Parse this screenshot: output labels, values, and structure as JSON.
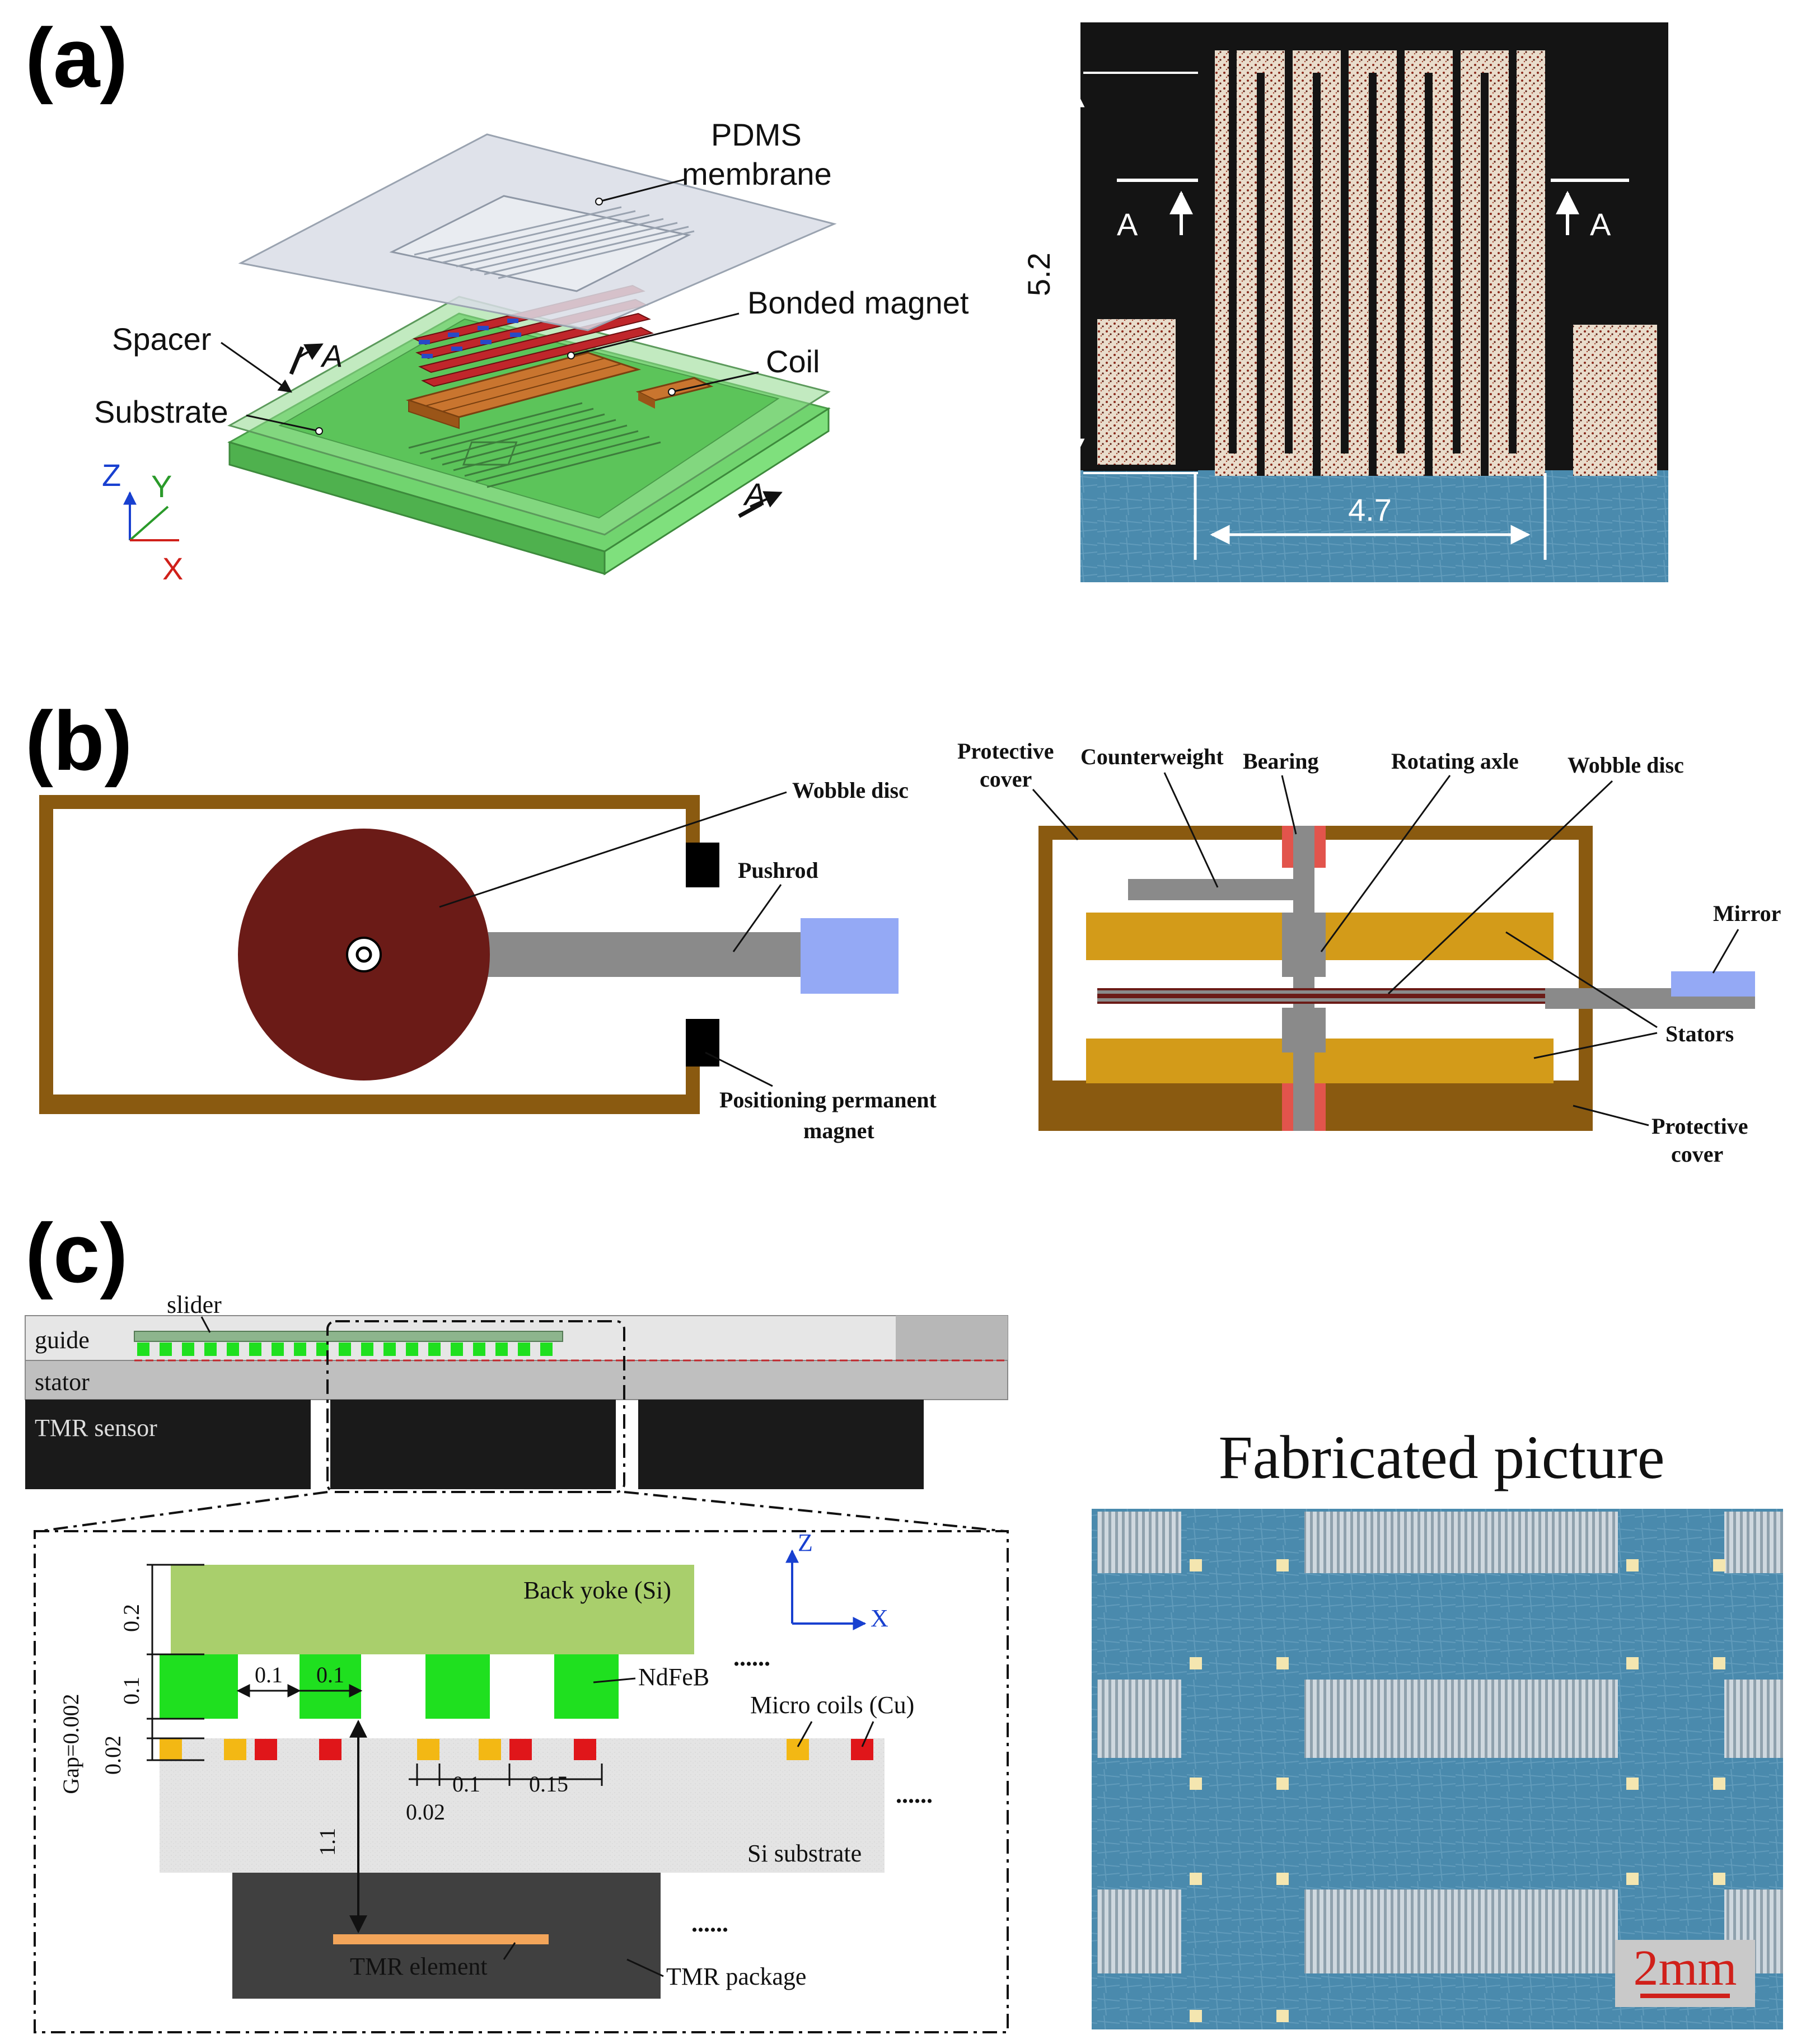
{
  "panels": {
    "a": {
      "label": "(a)",
      "exploded": {
        "pdms": "PDMS",
        "membrane": "membrane",
        "bonded_magnet": "Bonded magnet",
        "coil": "Coil",
        "spacer": "Spacer",
        "substrate": "Substrate",
        "section_a1": "A",
        "section_a2": "A",
        "axis_z": "Z",
        "axis_y": "Y",
        "axis_x": "X"
      },
      "photo": {
        "section_left": "A",
        "section_right": "A",
        "height_dim": "5.2",
        "width_dim": "4.7"
      }
    },
    "b": {
      "label": "(b)",
      "top_view": {
        "wobble_disc": "Wobble disc",
        "pushrod": "Pushrod",
        "positioning_line1": "Positioning permanent",
        "positioning_line2": "magnet"
      },
      "side_view": {
        "protective_cover_top_1": "Protective",
        "protective_cover_top_2": "cover",
        "counterweight": "Counterweight",
        "bearing": "Bearing",
        "rotating_axle": "Rotating axle",
        "wobble_disc": "Wobble disc",
        "mirror": "Mirror",
        "stators": "Stators",
        "protective_cover_bottom_1": "Protective",
        "protective_cover_bottom_2": "cover"
      }
    },
    "c": {
      "label": "(c)",
      "overview": {
        "slider": "slider",
        "guide": "guide",
        "stator": "stator",
        "tmr_sensor": "TMR sensor"
      },
      "detail": {
        "back_yoke": "Back yoke (Si)",
        "ndfeb": "NdFeB",
        "micro_coils": "Micro coils (Cu)",
        "si_substrate": "Si substrate",
        "tmr_element": "TMR element",
        "tmr_package": "TMR package",
        "axis_z": "Z",
        "axis_x": "X",
        "dim_0_2": "0.2",
        "dim_0_1_v": "0.1",
        "dim_gap": "Gap=0.002",
        "dim_0_02_v": "0.02",
        "dim_0_1_a": "0.1",
        "dim_0_1_b": "0.1",
        "dim_1_1": "1.1",
        "dim_0_1_c": "0.1",
        "dim_0_15": "0.15",
        "dim_0_02_h": "0.02",
        "dots1": "......",
        "dots2": "......",
        "dots3": "......"
      },
      "photo": {
        "title": "Fabricated picture",
        "scale": "2mm"
      }
    }
  },
  "colors": {
    "membrane": "#d9dde6",
    "magnet_red": "#c0262b",
    "coil_copper": "#c9752f",
    "substrate_green": "#5fc25f",
    "disc": "#6b1b17",
    "frame_brown": "#8a5a10",
    "stator_gold": "#d39b19",
    "pushrod_gray": "#8a8a8a",
    "mirror_blue": "#94a9f5",
    "bearing_red": "#e2544c",
    "back_yoke": "#a9cf6c",
    "ndfeb_green": "#1fe01f",
    "coil_yellow": "#f3b814",
    "coil_red": "#e0161a",
    "tmr_orange": "#f3a55a",
    "photo_blue": "#4d8cad"
  }
}
